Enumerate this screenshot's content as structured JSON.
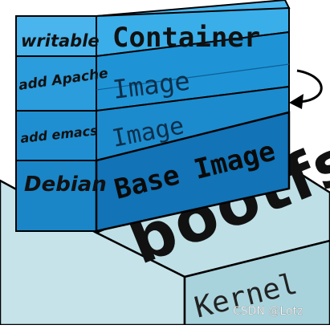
{
  "layers": [
    {
      "side_label": "writable",
      "front_label": "Container"
    },
    {
      "side_label": "add Apache",
      "front_label": "Image"
    },
    {
      "side_label": "add emacs",
      "front_label": "Image"
    },
    {
      "side_label": "Debian",
      "front_label": "Base Image"
    }
  ],
  "bootfs_label": "bootfs",
  "kernel_label": "Kernel",
  "watermark": "CSDN @Lotz",
  "colors": {
    "layer_light": "#36a8e6",
    "layer_mid": "#1b8fd1",
    "layer_dark": "#0f73b6",
    "kernel_fill": "#bfdfe6",
    "kernel_edge": "#9cc7d0",
    "outline": "#000000"
  }
}
